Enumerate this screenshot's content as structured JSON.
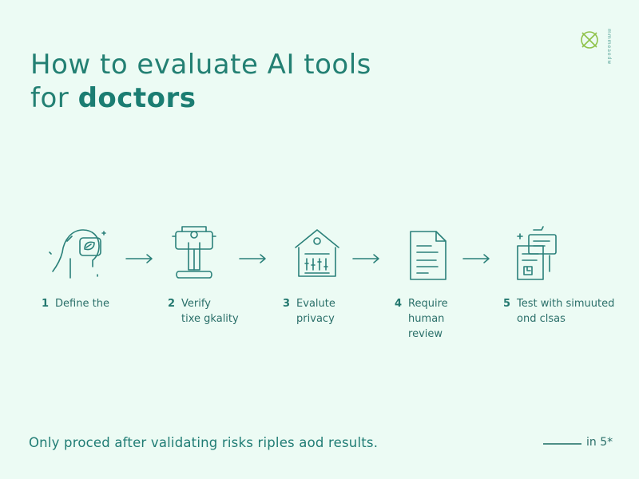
{
  "title": {
    "line1": "How to evaluate AI tools",
    "line2_prefix": "for ",
    "line2_bold": "doctors"
  },
  "logo": {
    "icon": "circle-x-logo-icon",
    "side_text": "mmmeaedw",
    "colors": {
      "logo_green": "#8fc24a"
    }
  },
  "steps": [
    {
      "number": "1",
      "text": "Define the",
      "icon": "head-brain-icon"
    },
    {
      "number": "2",
      "text": "Verify\ntixe gkality",
      "icon": "person-figure-icon"
    },
    {
      "number": "3",
      "text": "Evalute\nprivacy",
      "icon": "house-data-icon"
    },
    {
      "number": "4",
      "text": "Require\nhuman\nreview",
      "icon": "document-icon"
    },
    {
      "number": "5",
      "text": "Test with simuuted\nond clsas",
      "icon": "stacked-documents-icon"
    }
  ],
  "arrow_icon": "arrow-right-icon",
  "footer": {
    "text": "Only proced after validating risks riples aod results.",
    "badge": "in 5*"
  },
  "colors": {
    "background": "#ecfbf4",
    "primary": "#1f7c74",
    "text": "#2a6f69"
  }
}
